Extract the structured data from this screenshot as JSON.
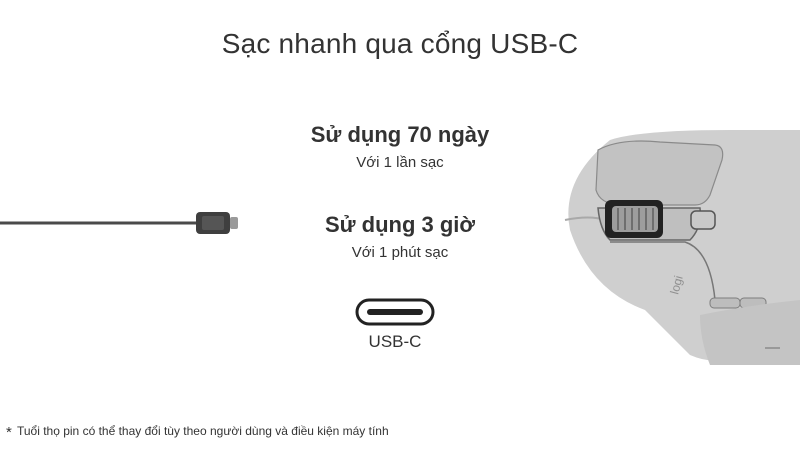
{
  "title": "Sạc nhanh qua cổng USB-C",
  "stats": [
    {
      "heading": "Sử dụng 70 ngày",
      "sub": "Với 1 lần sạc"
    },
    {
      "heading": "Sử dụng 3 giờ",
      "sub": "Với 1 phút sạc"
    }
  ],
  "port": {
    "label": "USB-C"
  },
  "mouse": {
    "logo_text": "logi"
  },
  "footnote": {
    "marker": "*",
    "text": "Tuổi thọ pin có thể thay đổi tùy theo người dùng và điều kiện máy tính"
  },
  "colors": {
    "background": "#ffffff",
    "text": "#333333",
    "mouse_body": "#c9c9c9",
    "cable": "#4a4a4a"
  },
  "icons": {
    "cable": "usb-c-cable-icon",
    "port": "usb-c-port-icon",
    "mouse": "mouse-illustration"
  }
}
